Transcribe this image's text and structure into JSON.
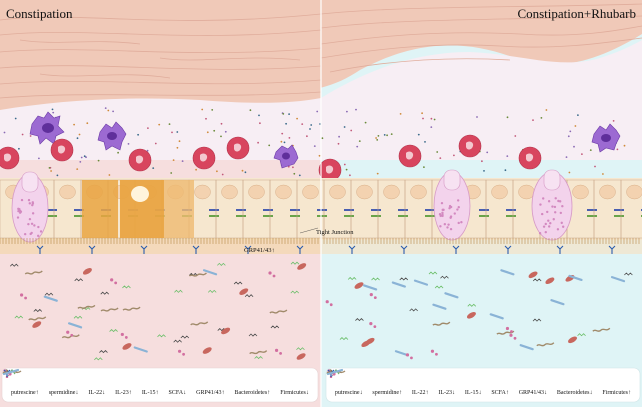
{
  "left_panel": {
    "title": "Constipation",
    "tight_junction_label": "Tight Junction",
    "receptor_label": "GRP41/43↑",
    "legend": [
      {
        "icon": "putrescine-icon",
        "label": "putrescine↑"
      },
      {
        "icon": "spermidine-icon",
        "label": "spermidine↓"
      },
      {
        "icon": "il22-icon",
        "label": "IL-22↓"
      },
      {
        "icon": "il23-icon",
        "label": "IL-23↑"
      },
      {
        "icon": "il15-icon",
        "label": "IL-15↑"
      },
      {
        "icon": "scfa-icon",
        "label": "SCFA↓"
      },
      {
        "icon": "grp41-43-icon",
        "label": "GRP41/43↑"
      },
      {
        "icon": "bacteroidetes-icon",
        "label": "Bacteroidetes↑"
      },
      {
        "icon": "firmicutes-icon",
        "label": "Firmicutes↓"
      }
    ]
  },
  "right_panel": {
    "title": "Constipation+Rhubarb",
    "legend": [
      {
        "icon": "putrescine-icon",
        "label": "putrescine↓"
      },
      {
        "icon": "spermidine-icon",
        "label": "spermidine↑"
      },
      {
        "icon": "il22-icon",
        "label": "IL-22↑"
      },
      {
        "icon": "il23-icon",
        "label": "IL-23↓"
      },
      {
        "icon": "il15-icon",
        "label": "IL-15↓"
      },
      {
        "icon": "scfa-icon",
        "label": "SCFA↑"
      },
      {
        "icon": "grp41-43-icon",
        "label": "GRP41/43↓"
      },
      {
        "icon": "bacteroidetes-icon",
        "label": "Bacteroidetes↓"
      },
      {
        "icon": "firmicutes-icon",
        "label": "Firmicutes↑"
      }
    ]
  },
  "colors": {
    "left_lumen": "#f6dede",
    "right_lumen": "#dff4f6",
    "muscle": "#f0c9b8",
    "lamina": "#f7eef4",
    "epithelium": "#f6e7cf",
    "damaged_cells": "#e9a442",
    "goblet": "#f3d3ec",
    "neutrophil": "#d8455e",
    "macrophage": "#8e5ac8"
  }
}
